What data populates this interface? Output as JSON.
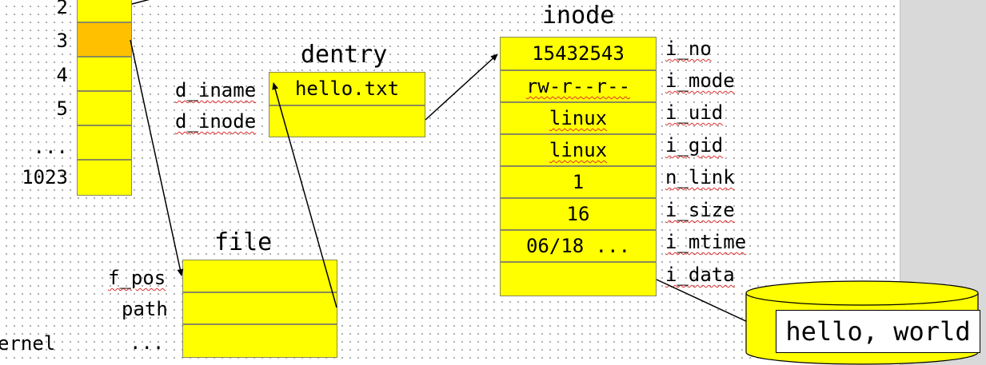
{
  "fd_table": {
    "indices": [
      "2",
      "3",
      "4",
      "5",
      "...",
      "1023"
    ],
    "highlight_index": "3",
    "kernel_label": "ernel"
  },
  "dentry": {
    "title": "dentry",
    "fields": [
      {
        "label": "d_iname",
        "value": "hello.txt"
      },
      {
        "label": "d_inode",
        "value": ""
      }
    ]
  },
  "inode": {
    "title": "inode",
    "fields": [
      {
        "label": "i_no",
        "value": "15432543"
      },
      {
        "label": "i_mode",
        "value": "rw-r--r--"
      },
      {
        "label": "i_uid",
        "value": "linux"
      },
      {
        "label": "i_gid",
        "value": "linux"
      },
      {
        "label": "n_link",
        "value": "1"
      },
      {
        "label": "i_size",
        "value": "16"
      },
      {
        "label": "i_mtime",
        "value": "06/18 ..."
      },
      {
        "label": "i_data",
        "value": ""
      }
    ]
  },
  "file": {
    "title": "file",
    "fields": [
      {
        "label": "f_pos",
        "value": ""
      },
      {
        "label": "path",
        "value": ""
      },
      {
        "label": "...",
        "value": ""
      }
    ]
  },
  "disk": {
    "content": "hello, world"
  },
  "colors": {
    "cell_fill": "#ffff00",
    "highlight_fill": "#ffc000",
    "cell_border": "#8a8a5a",
    "spellcheck": "#e03030"
  }
}
